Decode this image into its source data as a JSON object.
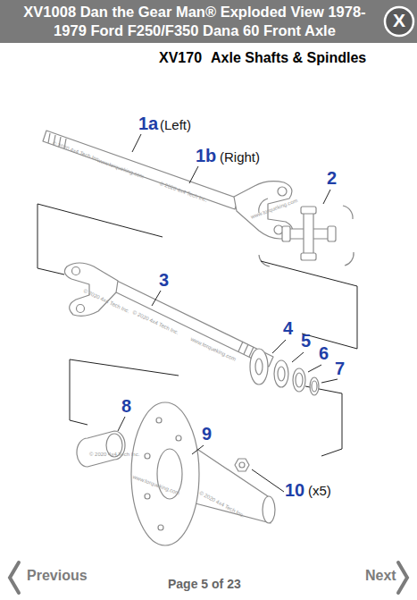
{
  "diagram": {
    "title": "XV1008 Dan the Gear Man® Exploded View 1978-1979 Ford F250/F350 Dana 60 Front Axle",
    "labels": [
      "X",
      "XV170",
      "Axle Shafts & Spindles",
      "1a",
      "(Left)",
      "1b",
      "(Right)",
      "2",
      "3",
      "4",
      "5",
      "6",
      "7",
      "8",
      "9",
      "10",
      "(x5)",
      "Previous",
      "Page 5 of 23",
      "Next",
      "© 2020 4x4 Tech Inc.",
      "www.torqueking.com",
      "© 2020 4x4 Tech Inc.",
      "www.torqueking.com",
      "© 2020 4x4 Tech Inc.",
      "© 2020 4x4 Tech Inc.",
      "www.torqueking.com",
      "© 2020 4x4 Tech Inc.",
      "www.torqueking.com",
      "© 2020 4x4 Tech Inc."
    ]
  }
}
